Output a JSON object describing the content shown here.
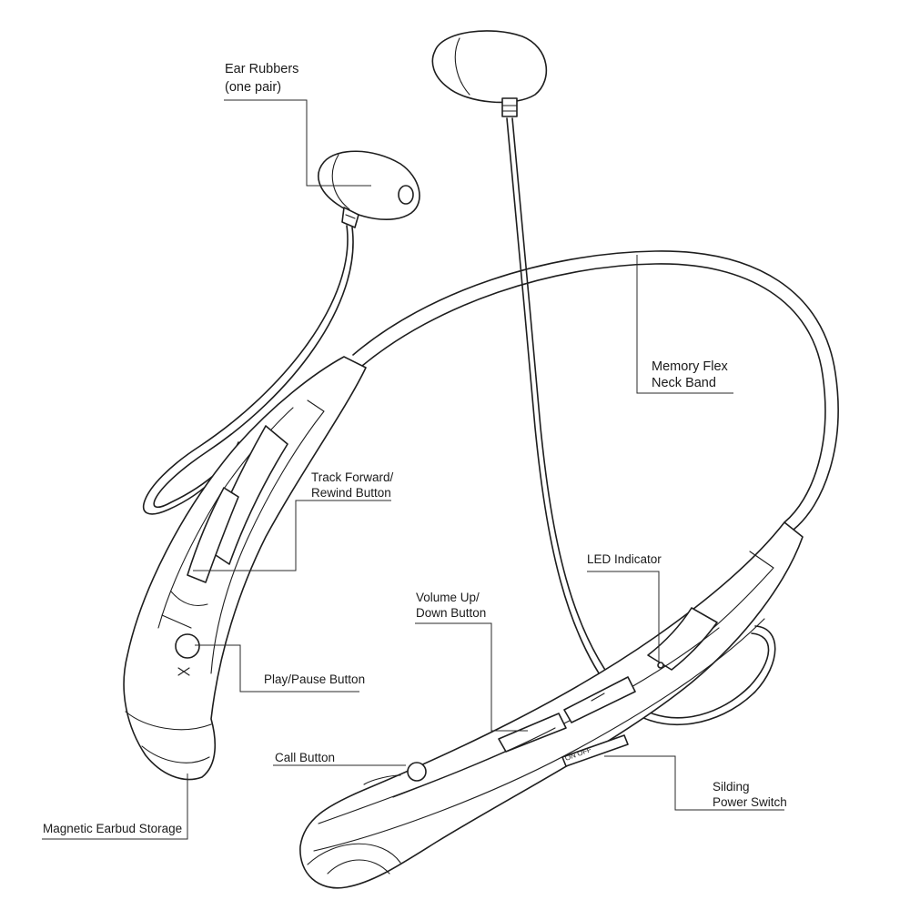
{
  "labels": {
    "ear_rubbers": [
      "Ear Rubbers",
      "(one pair)"
    ],
    "memory_flex": [
      "Memory Flex",
      "Neck Band"
    ],
    "track_button": [
      "Track Forward/",
      "Rewind Button"
    ],
    "led_indicator": [
      "LED Indicator"
    ],
    "volume_button": [
      "Volume Up/",
      "Down Button"
    ],
    "play_pause": [
      "Play/Pause Button"
    ],
    "call_button": [
      "Call Button"
    ],
    "power_switch": [
      "Silding",
      "Power Switch"
    ],
    "earbud_storage": [
      "Magnetic Earbud Storage"
    ]
  },
  "switch_text": "ON OFF",
  "colors": {
    "ink": "#1e1e1e",
    "paper": "#ffffff"
  }
}
